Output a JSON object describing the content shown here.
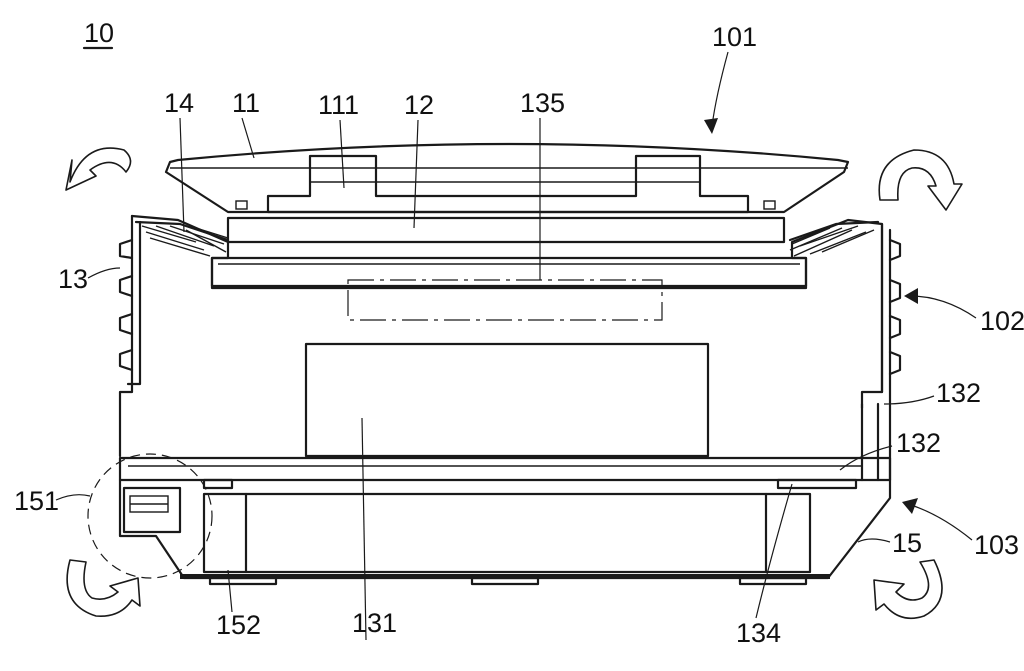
{
  "figure": {
    "ref_number": "10",
    "labels": {
      "l101": "101",
      "l11": "11",
      "l111": "111",
      "l12": "12",
      "l135": "135",
      "l14": "14",
      "l13": "13",
      "l102": "102",
      "l132a": "132",
      "l132b": "132",
      "l131": "131",
      "l151": "151",
      "l103": "103",
      "l15": "15",
      "l152": "152",
      "l134": "134"
    }
  }
}
